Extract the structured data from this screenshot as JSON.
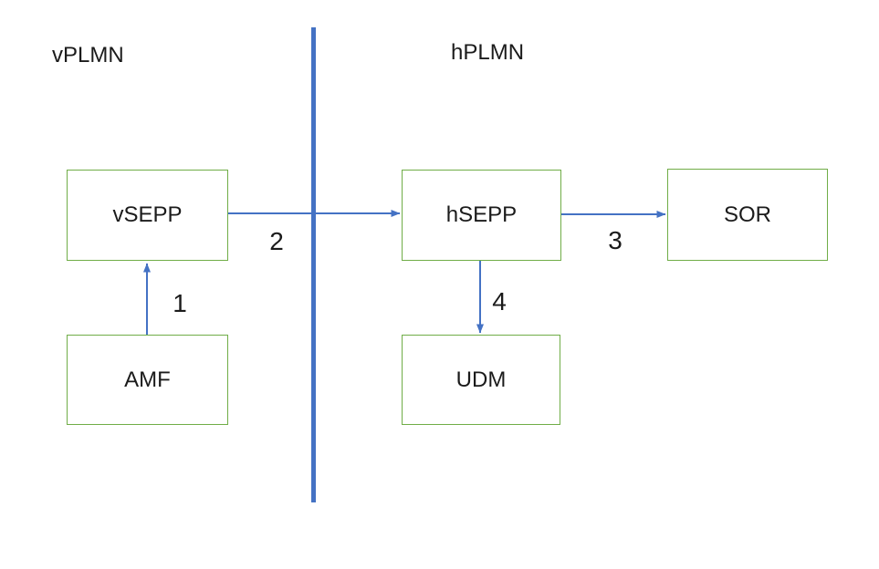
{
  "diagram": {
    "regions": [
      {
        "id": "vplmn",
        "label": "vPLMN"
      },
      {
        "id": "hplmn",
        "label": "hPLMN"
      }
    ],
    "nodes": [
      {
        "id": "vsepp",
        "label": "vSEPP",
        "region": "vPLMN"
      },
      {
        "id": "hsepp",
        "label": "hSEPP",
        "region": "hPLMN"
      },
      {
        "id": "sor",
        "label": "SOR",
        "region": "hPLMN"
      },
      {
        "id": "amf",
        "label": "AMF",
        "region": "vPLMN"
      },
      {
        "id": "udm",
        "label": "UDM",
        "region": "hPLMN"
      }
    ],
    "edges": [
      {
        "label": "1",
        "from": "AMF",
        "to": "vSEPP",
        "direction": "up"
      },
      {
        "label": "2",
        "from": "vSEPP",
        "to": "hSEPP",
        "direction": "right"
      },
      {
        "label": "3",
        "from": "hSEPP",
        "to": "SOR",
        "direction": "right"
      },
      {
        "label": "4",
        "from": "hSEPP",
        "to": "UDM",
        "direction": "down"
      }
    ],
    "colors": {
      "node_border": "#70AD47",
      "connector": "#4472C4",
      "divider": "#4472C4",
      "text": "#1B1B1B",
      "background": "#FFFFFF"
    }
  }
}
